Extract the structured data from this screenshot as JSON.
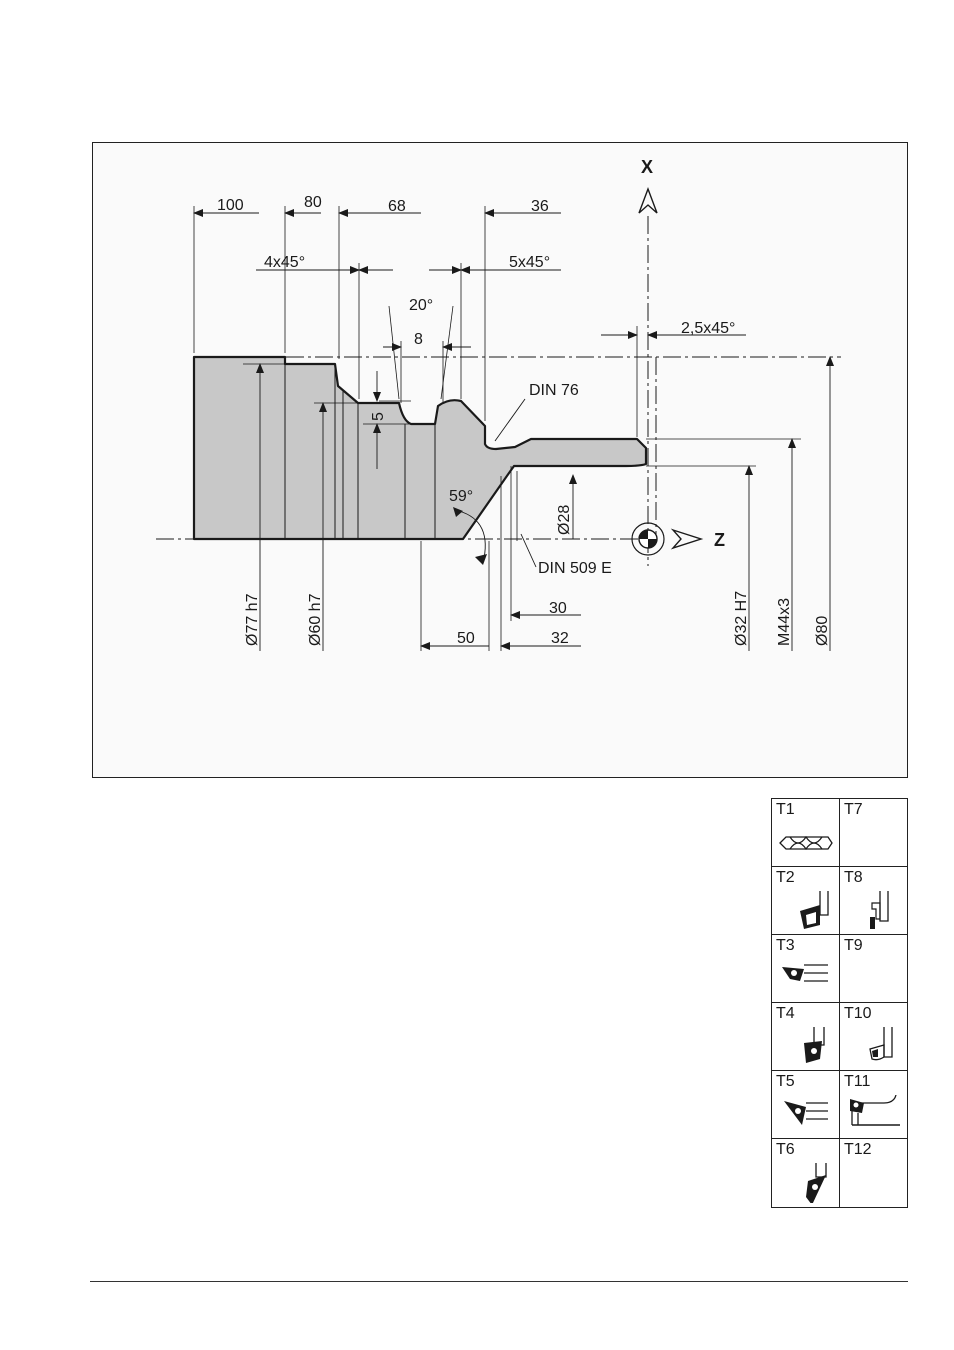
{
  "drawing": {
    "axis_x": "X",
    "axis_z": "Z",
    "dimensions": {
      "d100": "100",
      "d80": "80",
      "d68": "68",
      "d36": "36",
      "chamfer_4x45": "4x45°",
      "chamfer_5x45": "5x45°",
      "chamfer_2_5x45": "2,5x45°",
      "angle_20": "20°",
      "width_8": "8",
      "depth_5": "5",
      "din76": "DIN 76",
      "angle_59": "59°",
      "dia_28": "Ø28",
      "din509": "DIN 509 E",
      "d30": "30",
      "d50": "50",
      "d32": "32",
      "dia77": "Ø77 h7",
      "dia60": "Ø60 h7",
      "dia32": "Ø32 H7",
      "m44": "M44x3",
      "dia80": "Ø80"
    }
  },
  "tools": [
    {
      "label": "T1",
      "icon": "drill-icon"
    },
    {
      "label": "T7",
      "icon": ""
    },
    {
      "label": "T2",
      "icon": "turning-tool-icon"
    },
    {
      "label": "T8",
      "icon": "grooving-tool-icon"
    },
    {
      "label": "T3",
      "icon": "turning-tool-icon"
    },
    {
      "label": "T9",
      "icon": ""
    },
    {
      "label": "T4",
      "icon": "turning-tool-icon"
    },
    {
      "label": "T10",
      "icon": "boring-tool-icon"
    },
    {
      "label": "T5",
      "icon": "turning-tool-icon"
    },
    {
      "label": "T11",
      "icon": "boring-bar-icon"
    },
    {
      "label": "T6",
      "icon": "turning-tool-icon"
    },
    {
      "label": "T12",
      "icon": ""
    }
  ],
  "colors": {
    "part_fill": "#c8c8c8",
    "line": "#1a1a1a"
  }
}
